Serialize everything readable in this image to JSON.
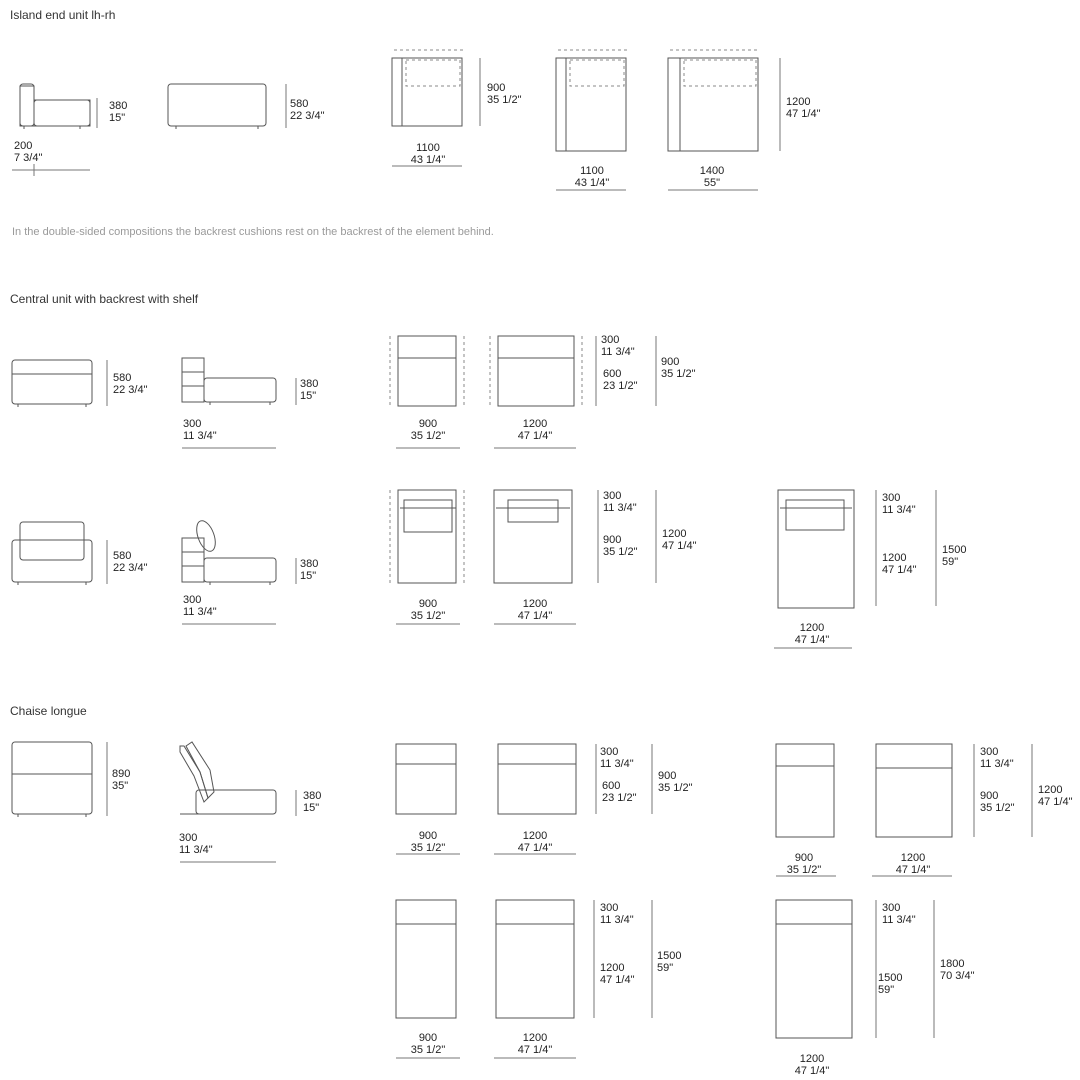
{
  "sections": {
    "island_title": "Island end unit lh-rh",
    "note": "In the double-sided compositions the backrest cushions rest on the backrest of the element behind.",
    "central_title": "Central unit with backrest with shelf",
    "chaise_title": "Chaise longue"
  },
  "dims": {
    "d1": [
      "380",
      "15\""
    ],
    "d2": [
      "200",
      "7 3/4\""
    ],
    "d3": [
      "580",
      "22 3/4\""
    ],
    "d4": [
      "900",
      "35 1/2\""
    ],
    "d5": [
      "1100",
      "43 1/4\""
    ],
    "d6": [
      "1100",
      "43 1/4\""
    ],
    "d7": [
      "1400",
      "55\""
    ],
    "d8": [
      "1200",
      "47 1/4\""
    ],
    "d9": [
      "580",
      "22 3/4\""
    ],
    "d10": [
      "380",
      "15\""
    ],
    "d11": [
      "300",
      "11 3/4\""
    ],
    "d12": [
      "900",
      "35 1/2\""
    ],
    "d13": [
      "1200",
      "47 1/4\""
    ],
    "d14": [
      "300",
      "11 3/4\""
    ],
    "d15": [
      "600",
      "23 1/2\""
    ],
    "d16": [
      "900",
      "35 1/2\""
    ],
    "d17": [
      "580",
      "22 3/4\""
    ],
    "d18": [
      "380",
      "15\""
    ],
    "d19": [
      "300",
      "11 3/4\""
    ],
    "d20": [
      "900",
      "35 1/2\""
    ],
    "d21": [
      "1200",
      "47 1/4\""
    ],
    "d22": [
      "300",
      "11 3/4\""
    ],
    "d23": [
      "900",
      "35 1/2\""
    ],
    "d24": [
      "1200",
      "47 1/4\""
    ],
    "d25": [
      "300",
      "11 3/4\""
    ],
    "d26": [
      "1200",
      "47 1/4\""
    ],
    "d27": [
      "1500",
      "59\""
    ],
    "d28": [
      "1200",
      "47 1/4\""
    ],
    "d29": [
      "890",
      "35\""
    ],
    "d30": [
      "380",
      "15\""
    ],
    "d31": [
      "300",
      "11 3/4\""
    ],
    "d32": [
      "900",
      "35 1/2\""
    ],
    "d33": [
      "1200",
      "47 1/4\""
    ],
    "d34": [
      "300",
      "11 3/4\""
    ],
    "d35": [
      "600",
      "23 1/2\""
    ],
    "d36": [
      "900",
      "35 1/2\""
    ],
    "d37": [
      "900",
      "35 1/2\""
    ],
    "d38": [
      "1200",
      "47 1/4\""
    ],
    "d39": [
      "300",
      "11 3/4\""
    ],
    "d40": [
      "900",
      "35 1/2\""
    ],
    "d41": [
      "1200",
      "47 1/4\""
    ],
    "d42": [
      "900",
      "35 1/2\""
    ],
    "d43": [
      "1200",
      "47 1/4\""
    ],
    "d44": [
      "300",
      "11 3/4\""
    ],
    "d45": [
      "1200",
      "47 1/4\""
    ],
    "d46": [
      "1500",
      "59\""
    ],
    "d47": [
      "300",
      "11 3/4\""
    ],
    "d48": [
      "1500",
      "59\""
    ],
    "d49": [
      "1800",
      "70 3/4\""
    ],
    "d50": [
      "1200",
      "47 1/4\""
    ]
  }
}
